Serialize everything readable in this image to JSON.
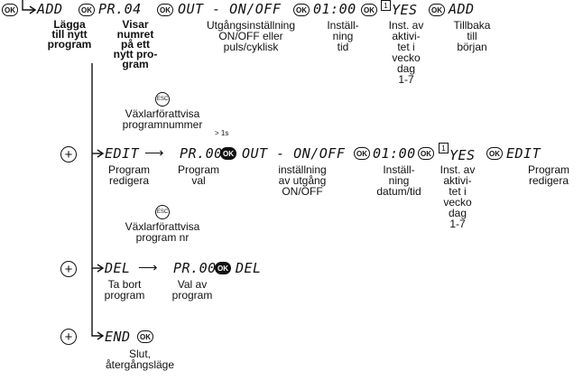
{
  "ok": "OK",
  "esc": "ESC",
  "plus": "+",
  "box1": "1",
  "timing": "> 1s",
  "row1": {
    "add": "ADD",
    "prog": "PR.04",
    "out": "OUT - ON/OFF",
    "time": "01:00",
    "yes": "YES",
    "end_add": "ADD",
    "lbl_add": [
      "Lägga",
      "till nytt",
      "program"
    ],
    "lbl_prog": [
      "Visar",
      "numret",
      "på ett",
      "nytt pro-",
      "gram"
    ],
    "lbl_out": [
      "Utgångsinställning",
      "ON/OFF eller",
      "puls/cyklisk"
    ],
    "lbl_time": [
      "Inställ-",
      "ning",
      "tid"
    ],
    "lbl_days": [
      "Inst. av",
      "aktivi-",
      "tet i",
      "vecko",
      "dag",
      "1-7"
    ],
    "lbl_back": [
      "Tillbaka",
      "till",
      "början"
    ],
    "esc_label": [
      "Växlarförattvisa",
      "programnummer"
    ]
  },
  "row2": {
    "edit": "EDIT",
    "prog": "PR.00",
    "out": "OUT - ON/OFF",
    "time": "01:00",
    "yes": "YES",
    "end_edit": "EDIT",
    "lbl_prog_edit": [
      "Program",
      "redigera"
    ],
    "lbl_prog_sel": [
      "Program",
      "val"
    ],
    "lbl_out": [
      "inställning",
      "av utgång",
      "ON/OFF"
    ],
    "lbl_time": [
      "Inställ-",
      "ning",
      "datum/tid"
    ],
    "lbl_days": [
      "Inst. av",
      "aktivi-",
      "tet i",
      "vecko",
      "dag",
      "1-7"
    ],
    "lbl_end": [
      "Program",
      "redigera"
    ],
    "esc_label": [
      "Växlarförattvisa",
      "program nr"
    ]
  },
  "row3": {
    "del": "DEL",
    "prog": "PR.00",
    "del2": "DEL",
    "lbl_del": [
      "Ta bort",
      "program"
    ],
    "lbl_sel": [
      "Val av",
      "program"
    ]
  },
  "row4": {
    "end": "END",
    "lbl_end": [
      "Slut,",
      "återgångsläge"
    ]
  }
}
